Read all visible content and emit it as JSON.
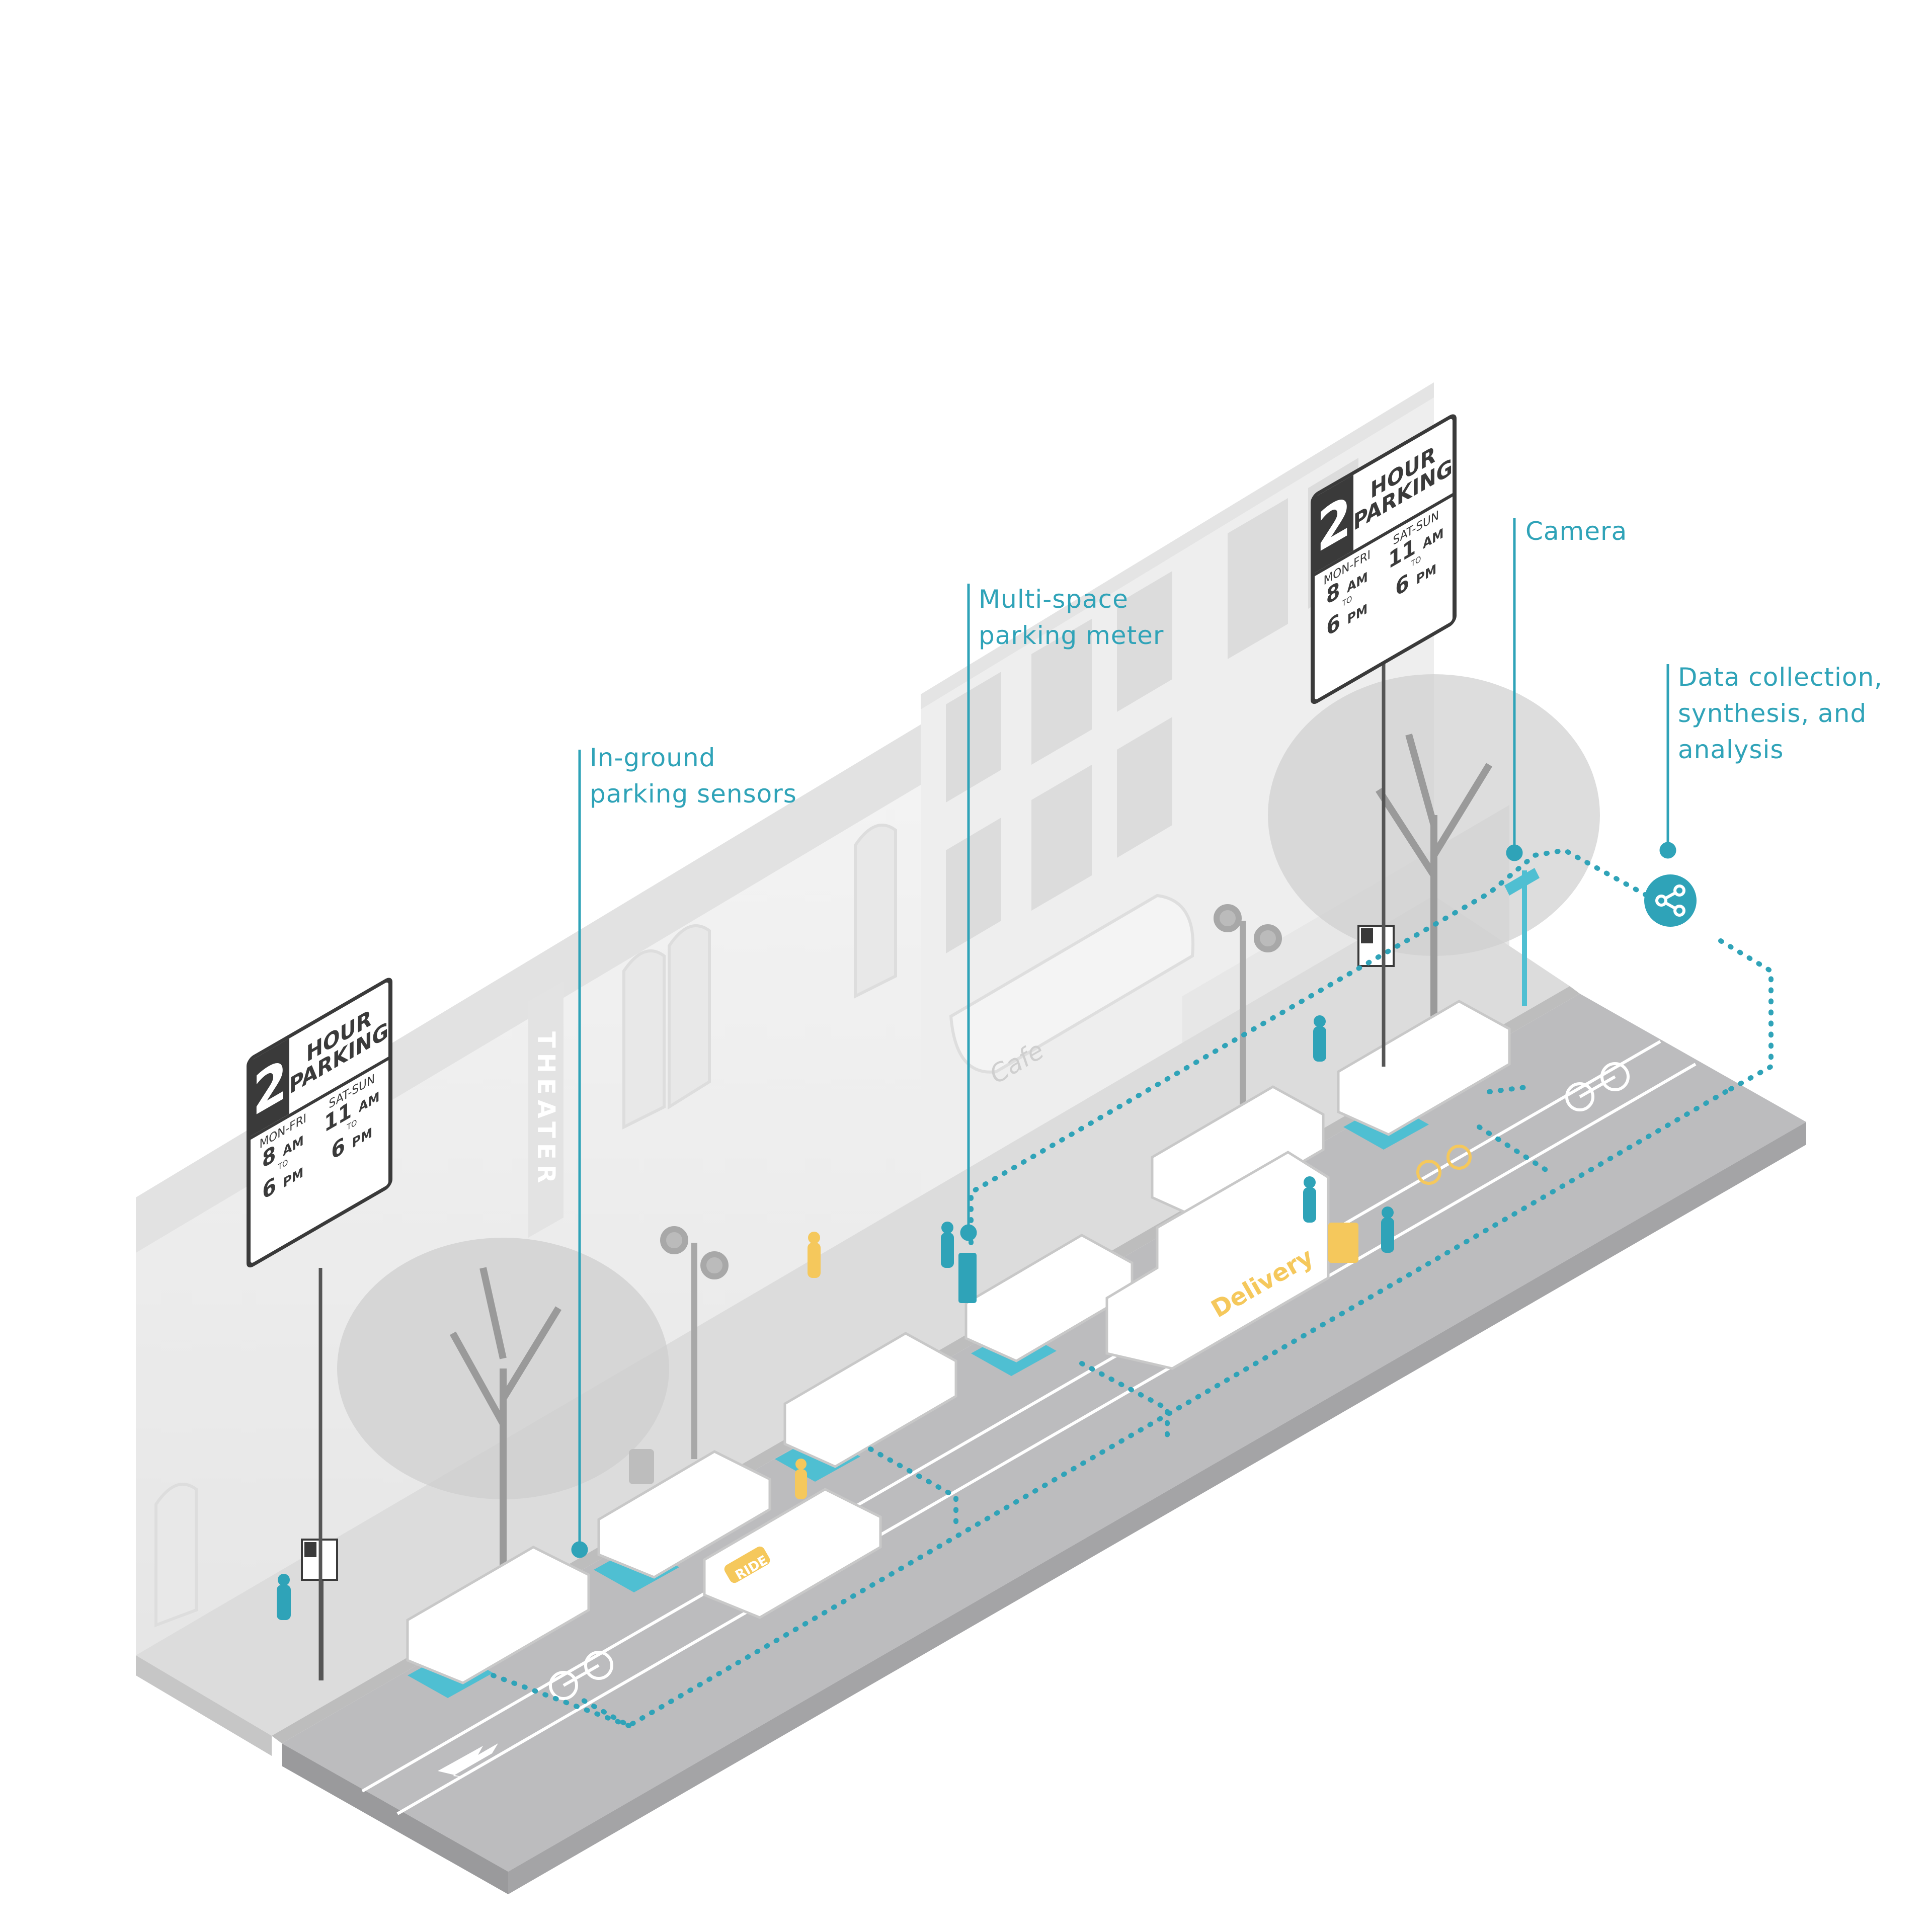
{
  "callouts": {
    "sensors": [
      "In-ground",
      "parking sensors"
    ],
    "meter": [
      "Multi-space",
      "parking meter"
    ],
    "camera": [
      "Camera"
    ],
    "data": [
      "Data collection,",
      "synthesis, and",
      "analysis"
    ]
  },
  "parking_sign": {
    "number": "2",
    "line1": "HOUR",
    "line2": "PARKING",
    "weekday_label": "MON-FRI",
    "weekday_start": "8",
    "weekday_start_unit": "AM",
    "weekday_to": "TO",
    "weekday_end": "6",
    "weekday_end_unit": "PM",
    "weekend_label": "SAT-SUN",
    "weekend_start": "11",
    "weekend_start_unit": "AM",
    "weekend_to": "TO",
    "weekend_end": "6",
    "weekend_end_unit": "PM"
  },
  "storefront_labels": {
    "theater": "THEATER",
    "cafe": "Cafe",
    "delivery": "Delivery",
    "taxi": "RIDE"
  },
  "colors": {
    "accent": "#2fa3b8",
    "building": "#f0f0f0",
    "sidewalk": "#dedede",
    "road": "#bdbdbf",
    "road_side": "#a4a4a6",
    "sign_dark": "#3a3a3a",
    "delivery_text": "#f5c85c"
  }
}
